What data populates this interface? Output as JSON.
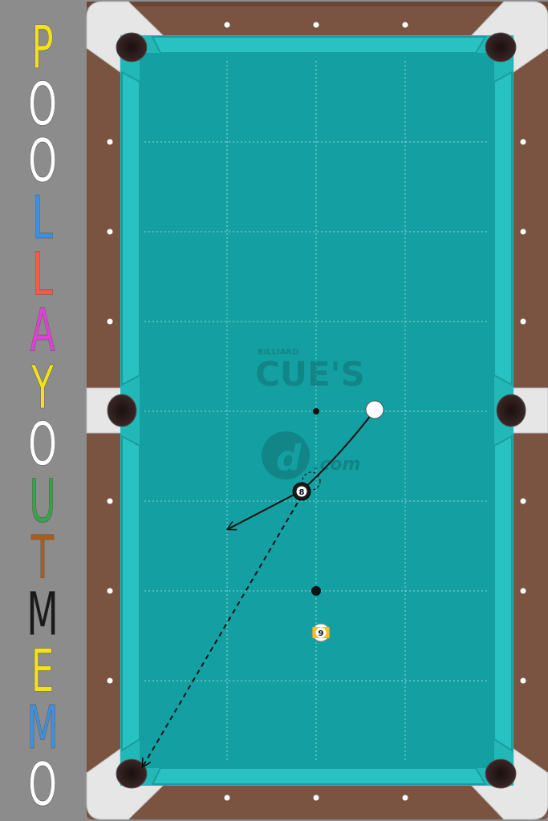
{
  "title": {
    "letters": [
      {
        "ch": "P",
        "color": "#f2e21a"
      },
      {
        "ch": "O",
        "color": "#ffffff"
      },
      {
        "ch": "O",
        "color": "#ffffff"
      },
      {
        "ch": "L",
        "color": "#3d8fe0"
      },
      {
        "ch": "L",
        "color": "#f25a4a"
      },
      {
        "ch": "A",
        "color": "#e23fd8"
      },
      {
        "ch": "Y",
        "color": "#f2e21a"
      },
      {
        "ch": "O",
        "color": "#ffffff"
      },
      {
        "ch": "U",
        "color": "#3aa24a"
      },
      {
        "ch": "T",
        "color": "#b45a14"
      },
      {
        "ch": "M",
        "color": "#1a1a1a"
      },
      {
        "ch": "E",
        "color": "#f2e21a"
      },
      {
        "ch": "M",
        "color": "#3d8fe0"
      },
      {
        "ch": "O",
        "color": "#ffffff"
      }
    ]
  },
  "watermark": {
    "brand_small": "BILLIARD",
    "brand_large": "CUE'S",
    "domain_suffix": ".com"
  },
  "balls": {
    "cue": {
      "label": "",
      "color": "#ffffff"
    },
    "eight": {
      "label": "8",
      "color": "#1a1a1a"
    },
    "nine": {
      "label": "9",
      "color": "#f2c21a"
    }
  },
  "colors": {
    "felt": "#14a0a2",
    "cushion": "#23b8b8",
    "rail_wood": "#7a5440",
    "pocket_frame": "#e6e6e6",
    "pocket_hole": "#2a1a1a",
    "diamond": "#ffffff",
    "background": "#8c8c8c"
  }
}
